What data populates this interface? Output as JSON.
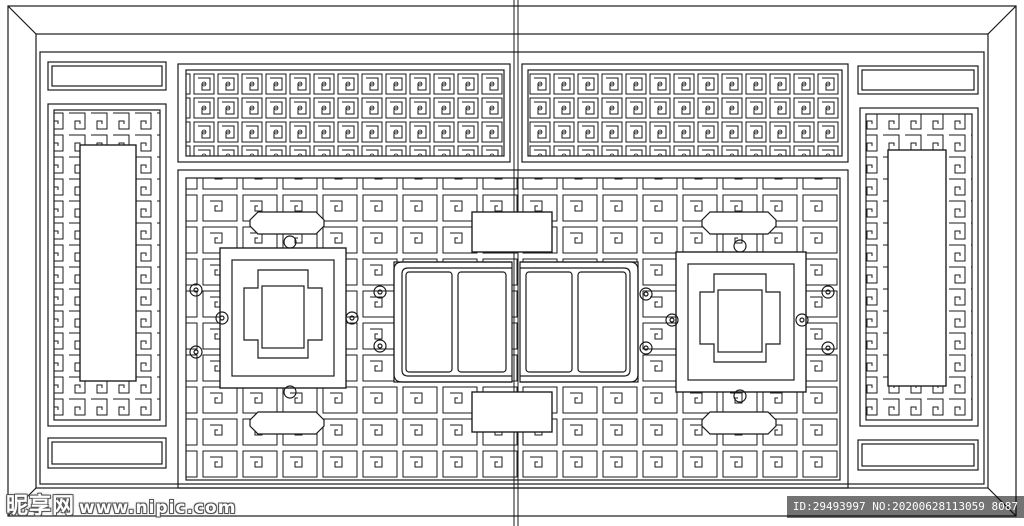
{
  "watermark": {
    "brand": "昵享网",
    "url": "www.nipic.com",
    "id_label": "ID:29493997 NO:20200628113059 8087"
  },
  "artwork": {
    "stroke_color": "#1a1a1a",
    "background_color": "#ffffff"
  }
}
